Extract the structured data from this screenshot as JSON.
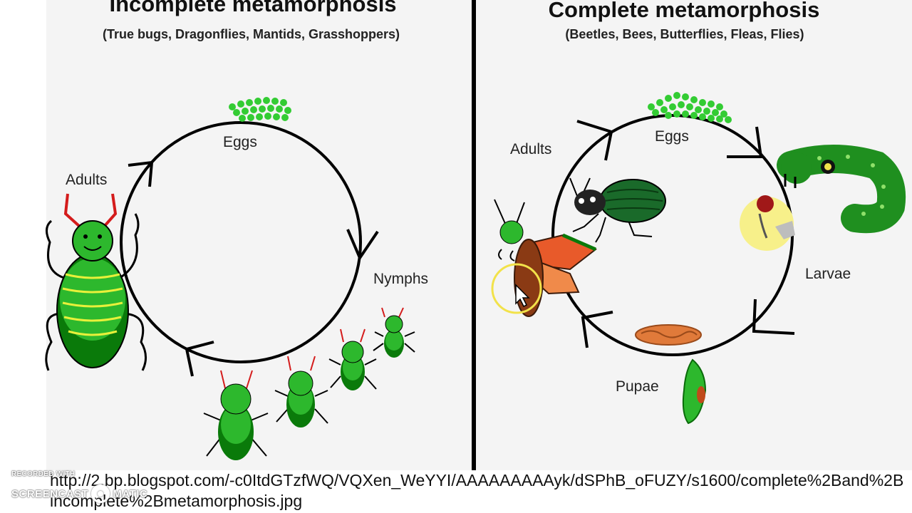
{
  "left": {
    "title": "Incomplete metamorphosis",
    "subtitle": "(True bugs, Dragonflies, Mantids, Grasshoppers)",
    "stages": {
      "eggs": "Eggs",
      "nymphs": "Nymphs",
      "adults": "Adults"
    }
  },
  "right": {
    "title": "Complete metamorphosis",
    "subtitle": "(Beetles, Bees, Butterflies, Fleas, Flies)",
    "stages": {
      "eggs": "Eggs",
      "larvae": "Larvae",
      "pupae": "Pupae",
      "adults": "Adults"
    }
  },
  "source_url": "http://2.bp.blogspot.com/-c0ItdGTzfWQ/VQXen_WeYYI/AAAAAAAAAyk/dSPhB_oFUZY/s1600/complete%2Band%2Bincomplete%2Bmetamorphosis.jpg",
  "watermark": {
    "top": "RECORDED WITH",
    "brand_left": "SCREENCAST",
    "brand_right": "MATIC"
  },
  "colors": {
    "insect_green": "#2db82d",
    "dark_green": "#0a6a0a",
    "egg_green": "#33cc33",
    "highlight_yellow": "#f2e24a",
    "pupa_orange": "#e07a3a"
  }
}
